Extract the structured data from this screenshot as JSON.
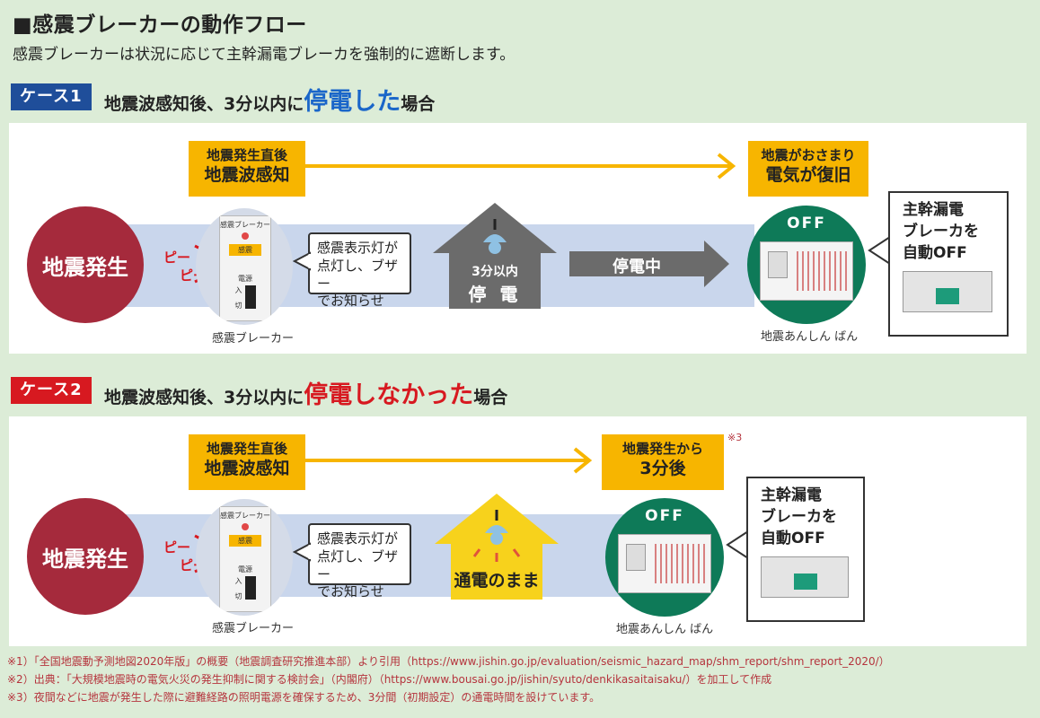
{
  "title": "■感震ブレーカーの動作フロー",
  "subtitle": "感震ブレーカーは状況に応じて主幹漏電ブレーカを強制的に遮断します。",
  "colors": {
    "case1_tag": "#1f4e9a",
    "case2_tag": "#d71920",
    "quake": "#a52a3c",
    "yellow": "#f7b500",
    "breaker_green": "#0e7a58",
    "band": "#c9d6ec"
  },
  "case1": {
    "tag": "ケース1",
    "head_pre": "地震波感知後、3分以内に",
    "head_big": "停電した",
    "head_post": "場合",
    "box_left_l1": "地震発生直後",
    "box_left_l2": "地震波感知",
    "box_right_l1": "地震がおさまり",
    "box_right_l2": "電気が復旧",
    "quake": "地震発生",
    "beep1": "ピー",
    "beep2": "ピー",
    "device_top": "感震ブレーカー",
    "device_lamp": "感震",
    "device_power": "電源",
    "device_in": "入",
    "device_off": "切",
    "device_label": "感震ブレーカー",
    "bubble_l1": "感震表示灯が",
    "bubble_l2": "点灯し、ブザー",
    "bubble_l3": "でお知らせ",
    "house_l1": "3分以内",
    "house_l2": "停 電",
    "arrow_text": "停電中",
    "off": "OFF",
    "panel_label": "地震あんしん ばん",
    "side_l1": "主幹漏電",
    "side_l2": "ブレーカを",
    "side_l3": "自動OFF"
  },
  "case2": {
    "tag": "ケース2",
    "head_pre": "地震波感知後、3分以内に",
    "head_big": "停電しなかった",
    "head_post": "場合",
    "box_left_l1": "地震発生直後",
    "box_left_l2": "地震波感知",
    "box_right_l1": "地震発生から",
    "box_right_l2": "3分後",
    "note_mark": "※3",
    "quake": "地震発生",
    "beep1": "ピー",
    "beep2": "ピー",
    "device_top": "感震ブレーカー",
    "device_lamp": "感震",
    "device_power": "電源",
    "device_in": "入",
    "device_off": "切",
    "device_label": "感震ブレーカー",
    "bubble_l1": "感震表示灯が",
    "bubble_l2": "点灯し、ブザー",
    "bubble_l3": "でお知らせ",
    "house_text": "通電のまま",
    "off": "OFF",
    "panel_label": "地震あんしん ばん",
    "side_l1": "主幹漏電",
    "side_l2": "ブレーカを",
    "side_l3": "自動OFF"
  },
  "footnotes": [
    "※1）「全国地震動予測地図2020年版」の概要（地震調査研究推進本部）より引用（https://www.jishin.go.jp/evaluation/seismic_hazard_map/shm_report/shm_report_2020/）",
    "※2）出典：「大規模地震時の電気火災の発生抑制に関する検討会」（内閣府）（https://www.bousai.go.jp/jishin/syuto/denkikasaitaisaku/）を加工して作成",
    "※3）夜間などに地震が発生した際に避難経路の照明電源を確保するため、3分間（初期設定）の通電時間を設けています。"
  ]
}
